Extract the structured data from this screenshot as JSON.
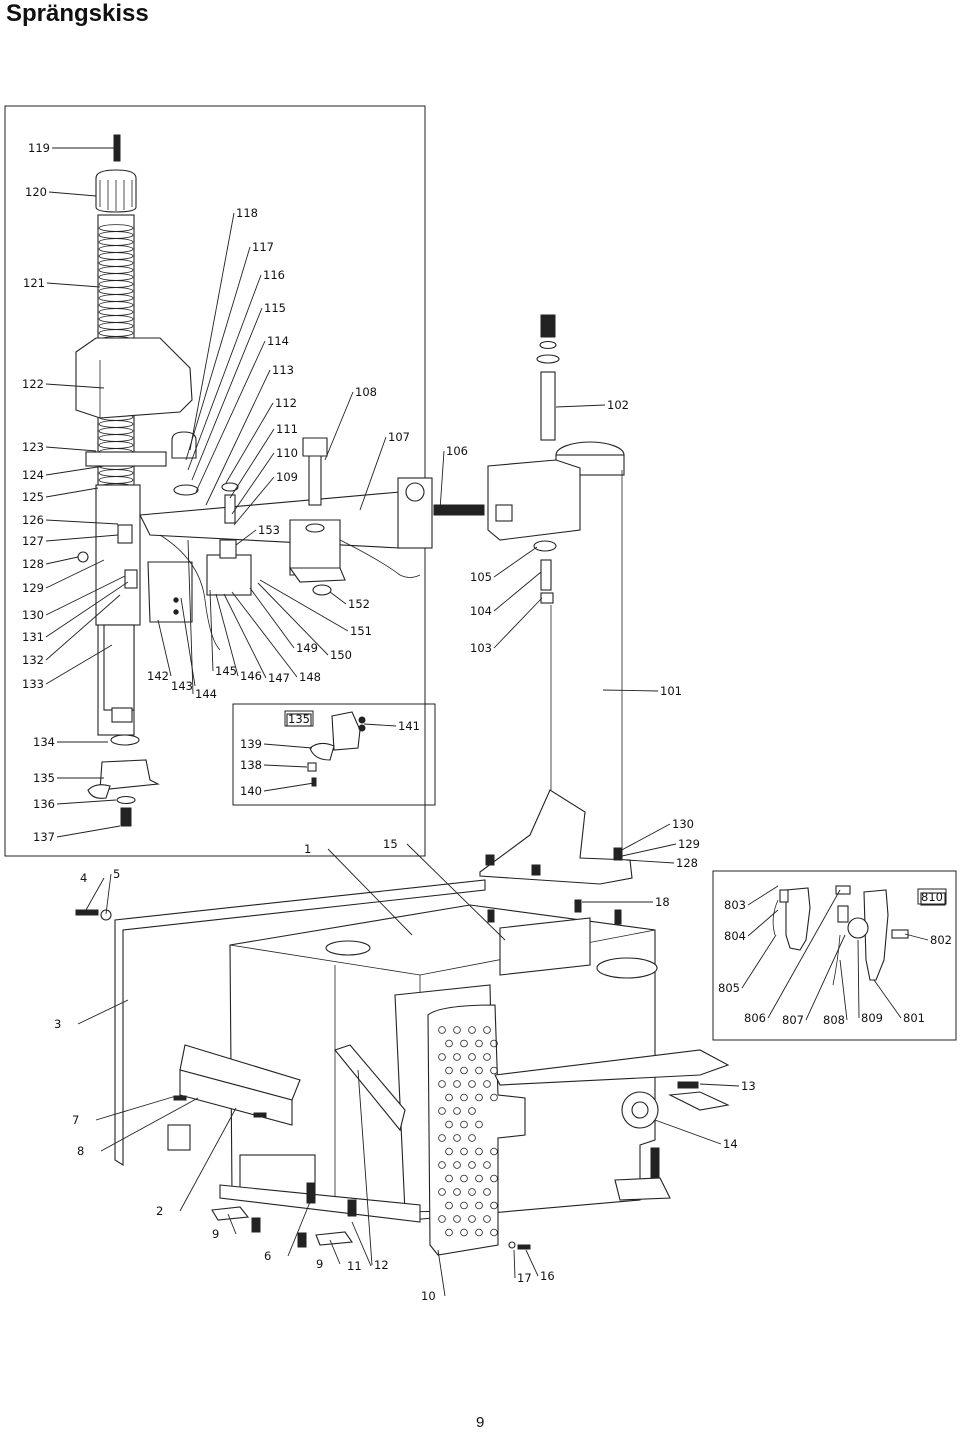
{
  "page": {
    "title": "Sprängskiss",
    "page_number": "9"
  },
  "labels": [
    {
      "id": "119",
      "text": "119"
    },
    {
      "id": "120",
      "text": "120"
    },
    {
      "id": "121",
      "text": "121"
    },
    {
      "id": "122",
      "text": "122"
    },
    {
      "id": "123",
      "text": "123"
    },
    {
      "id": "124",
      "text": "124"
    },
    {
      "id": "125",
      "text": "125"
    },
    {
      "id": "126",
      "text": "126"
    },
    {
      "id": "127",
      "text": "127"
    },
    {
      "id": "128",
      "text": "128"
    },
    {
      "id": "129",
      "text": "129"
    },
    {
      "id": "130",
      "text": "130"
    },
    {
      "id": "131",
      "text": "131"
    },
    {
      "id": "132",
      "text": "132"
    },
    {
      "id": "133",
      "text": "133"
    },
    {
      "id": "118",
      "text": "118"
    },
    {
      "id": "117",
      "text": "117"
    },
    {
      "id": "116",
      "text": "116"
    },
    {
      "id": "115",
      "text": "115"
    },
    {
      "id": "114",
      "text": "114"
    },
    {
      "id": "113",
      "text": "113"
    },
    {
      "id": "112",
      "text": "112"
    },
    {
      "id": "111",
      "text": "111"
    },
    {
      "id": "110",
      "text": "110"
    },
    {
      "id": "109",
      "text": "109"
    },
    {
      "id": "108",
      "text": "108"
    },
    {
      "id": "107",
      "text": "107"
    },
    {
      "id": "106",
      "text": "106"
    },
    {
      "id": "153",
      "text": "153"
    },
    {
      "id": "102",
      "text": "102"
    },
    {
      "id": "105",
      "text": "105"
    },
    {
      "id": "104",
      "text": "104"
    },
    {
      "id": "103",
      "text": "103"
    },
    {
      "id": "101",
      "text": "101"
    },
    {
      "id": "152",
      "text": "152"
    },
    {
      "id": "151",
      "text": "151"
    },
    {
      "id": "150",
      "text": "150"
    },
    {
      "id": "149",
      "text": "149"
    },
    {
      "id": "148",
      "text": "148"
    },
    {
      "id": "147",
      "text": "147"
    },
    {
      "id": "146",
      "text": "146"
    },
    {
      "id": "145",
      "text": "145"
    },
    {
      "id": "144",
      "text": "144"
    },
    {
      "id": "143",
      "text": "143"
    },
    {
      "id": "142",
      "text": "142"
    },
    {
      "id": "134",
      "text": "134"
    },
    {
      "id": "135",
      "text": "135"
    },
    {
      "id": "136",
      "text": "136"
    },
    {
      "id": "137",
      "text": "137"
    },
    {
      "id": "135b",
      "text": "135"
    },
    {
      "id": "141",
      "text": "141"
    },
    {
      "id": "139",
      "text": "139"
    },
    {
      "id": "138",
      "text": "138"
    },
    {
      "id": "140",
      "text": "140"
    },
    {
      "id": "130b",
      "text": "130"
    },
    {
      "id": "129b",
      "text": "129"
    },
    {
      "id": "128b",
      "text": "128"
    },
    {
      "id": "18",
      "text": "18"
    },
    {
      "id": "1",
      "text": "1"
    },
    {
      "id": "15",
      "text": "15"
    },
    {
      "id": "4",
      "text": "4"
    },
    {
      "id": "5",
      "text": "5"
    },
    {
      "id": "3",
      "text": "3"
    },
    {
      "id": "7",
      "text": "7"
    },
    {
      "id": "8",
      "text": "8"
    },
    {
      "id": "2",
      "text": "2"
    },
    {
      "id": "9",
      "text": "9"
    },
    {
      "id": "6",
      "text": "6"
    },
    {
      "id": "9b",
      "text": "9"
    },
    {
      "id": "11",
      "text": "11"
    },
    {
      "id": "12",
      "text": "12"
    },
    {
      "id": "10",
      "text": "10"
    },
    {
      "id": "17",
      "text": "17"
    },
    {
      "id": "16",
      "text": "16"
    },
    {
      "id": "13",
      "text": "13"
    },
    {
      "id": "14",
      "text": "14"
    },
    {
      "id": "803",
      "text": "803"
    },
    {
      "id": "804",
      "text": "804"
    },
    {
      "id": "805",
      "text": "805"
    },
    {
      "id": "806",
      "text": "806"
    },
    {
      "id": "807",
      "text": "807"
    },
    {
      "id": "808",
      "text": "808"
    },
    {
      "id": "809",
      "text": "809"
    },
    {
      "id": "801",
      "text": "801"
    },
    {
      "id": "810",
      "text": "810"
    },
    {
      "id": "802",
      "text": "802"
    }
  ]
}
